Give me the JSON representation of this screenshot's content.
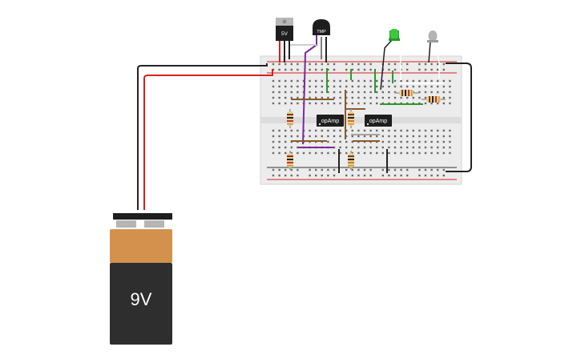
{
  "battery": {
    "label": "9V"
  },
  "regulator": {
    "label": "5V"
  },
  "sensor": {
    "label": "TMP"
  },
  "opamps": [
    {
      "label": "opAmp"
    },
    {
      "label": "opAmp"
    }
  ],
  "leds": [
    {
      "name": "green-led",
      "color": "#2fb52f"
    },
    {
      "name": "grey-led",
      "color": "#a9a9a9"
    }
  ],
  "colors": {
    "wire_red": "#d62020",
    "wire_black": "#222222",
    "wire_purple": "#7a2a9a",
    "wire_green": "#2a9a2a",
    "wire_brown": "#8a5a2a",
    "wire_white": "#ffffff",
    "battery_top": "#d4914d",
    "battery_body": "#2e2e2e",
    "breadboard": "#ececec"
  }
}
